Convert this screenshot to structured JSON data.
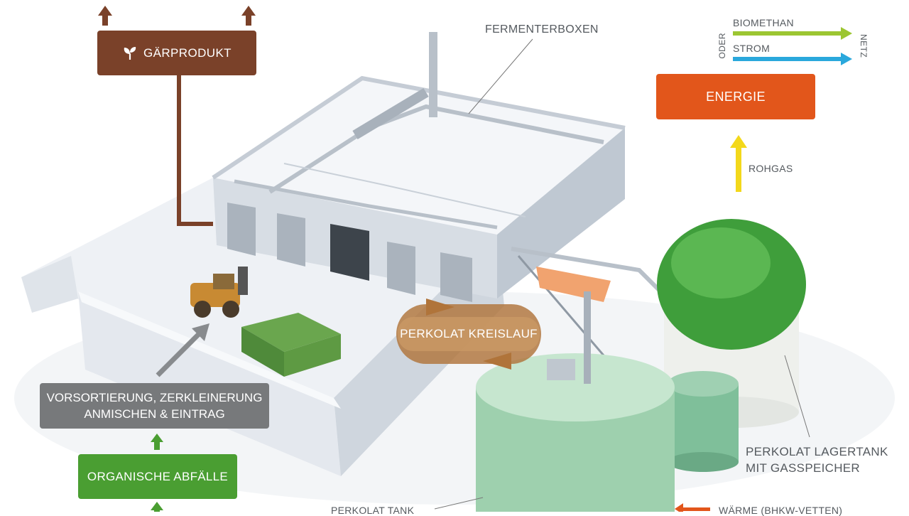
{
  "boxes": {
    "gaerprodukt": "GÄRPRODUKT",
    "energie": "ENERGIE",
    "vorsortierung_line1": "VORSORTIERUNG, ZERKLEINERUNG",
    "vorsortierung_line2": "ANMISCHEN & EINTRAG",
    "organische": "ORGANISCHE ABFÄLLE",
    "perkolat_kreislauf": "PERKOLAT KREISLAUF"
  },
  "labels": {
    "fermenterboxen": "FERMENTERBOXEN",
    "biomethan": "BIOMETHAN",
    "strom": "STROM",
    "oder": "ODER",
    "netz": "NETZ",
    "rohgas": "ROHGAS",
    "lagertank_line1": "PERKOLAT LAGERTANK",
    "lagertank_line2": "MIT GASSPEICHER",
    "perkolat_tank": "PERKOLAT TANK",
    "waerme": "WÄRME (BHKW-VETTEN)"
  },
  "colors": {
    "gaerprodukt": "#7a4129",
    "energie": "#e2561b",
    "vorsortierung": "#77797b",
    "organische": "#4a9e32",
    "biomethan": "#9cc632",
    "strom": "#2aa8dc",
    "rohgas": "#f3d81b",
    "kreislauf": "#b0743a",
    "green_arrow": "#4a9e32"
  },
  "icons": {
    "gaerprodukt_icon": "sprout-icon"
  }
}
